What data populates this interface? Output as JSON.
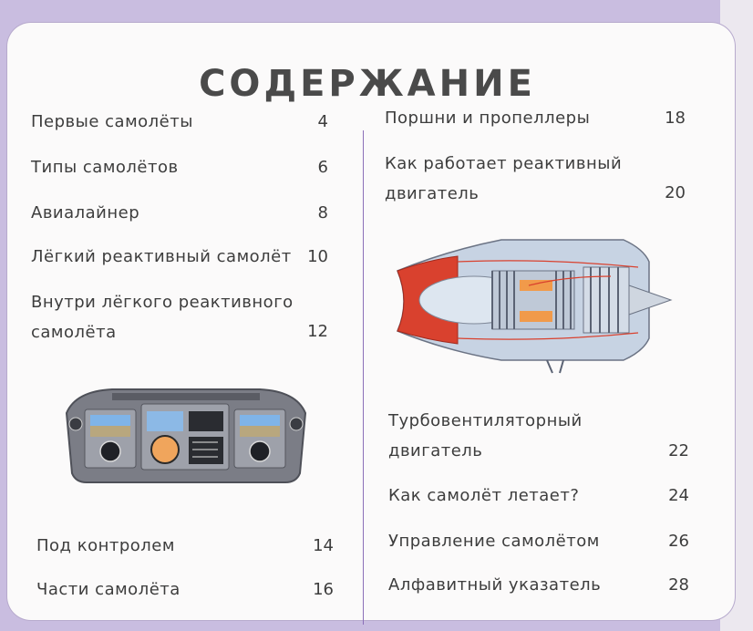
{
  "title": "СОДЕРЖАНИЕ",
  "left_column": [
    {
      "label_lines": [
        "Первые самолёты"
      ],
      "page": "4"
    },
    {
      "label_lines": [
        "Типы самолётов"
      ],
      "page": "6"
    },
    {
      "label_lines": [
        "Авиалайнер"
      ],
      "page": "8"
    },
    {
      "label_lines": [
        "Лёгкий реактивный самолёт"
      ],
      "page": "10"
    },
    {
      "label_lines": [
        "Внутри лёгкого реактивного",
        "самолёта"
      ],
      "page": "12"
    },
    {
      "label_lines": [
        "Под контролем"
      ],
      "page": "14"
    },
    {
      "label_lines": [
        "Части самолёта"
      ],
      "page": "16"
    }
  ],
  "right_column": [
    {
      "label_lines": [
        "Поршни и пропеллеры"
      ],
      "page": "18"
    },
    {
      "label_lines": [
        "Как работает реактивный",
        "двигатель"
      ],
      "page": "20"
    },
    {
      "label_lines": [
        "Турбовентиляторный",
        "двигатель"
      ],
      "page": "22"
    },
    {
      "label_lines": [
        "Как самолёт летает?"
      ],
      "page": "24"
    },
    {
      "label_lines": [
        "Управление самолётом"
      ],
      "page": "26"
    },
    {
      "label_lines": [
        "Алфавитный указатель"
      ],
      "page": "28"
    }
  ],
  "colors": {
    "background": "#c9bde0",
    "panel": "#fbfafa",
    "divider": "#8b6fb8",
    "engine_red": "#d9412e"
  },
  "illustrations": [
    "cockpit-instrument-panel",
    "jet-engine-cutaway"
  ]
}
